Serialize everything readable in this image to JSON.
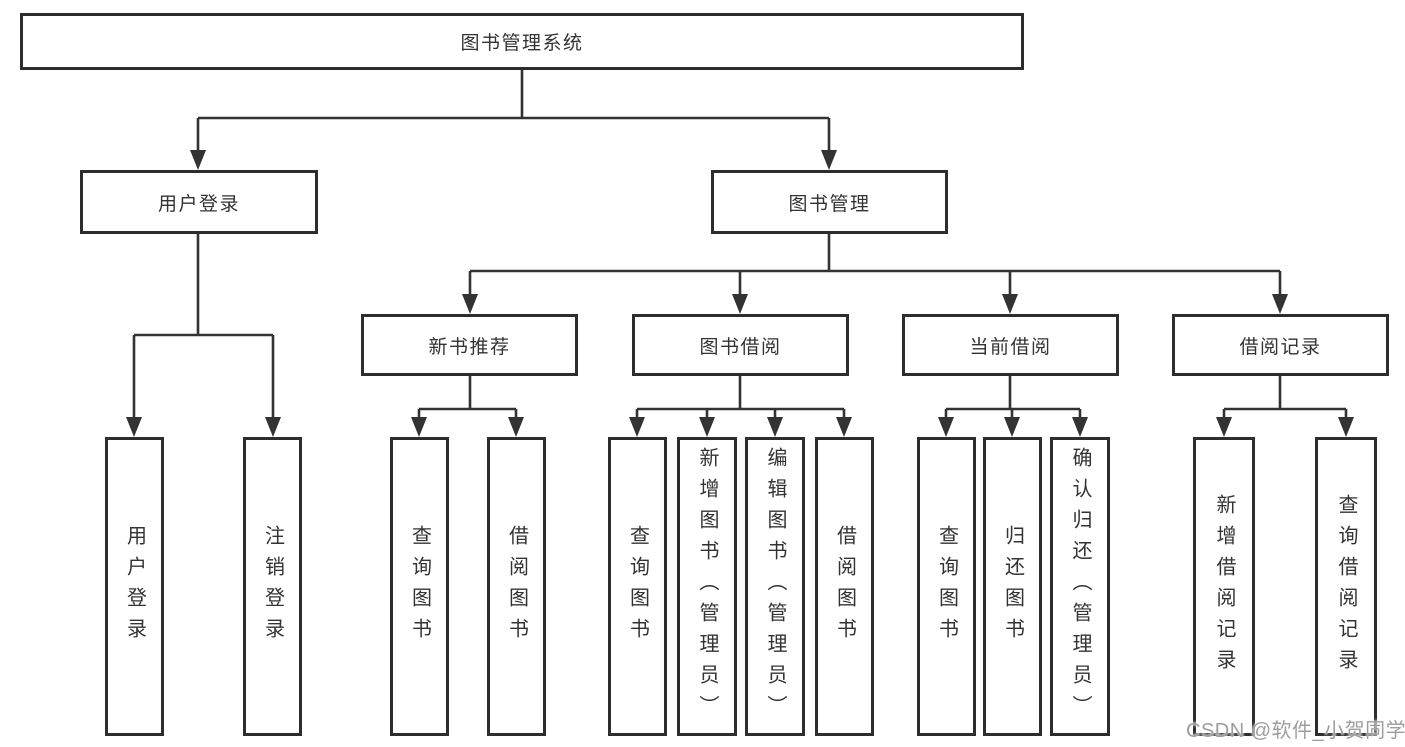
{
  "diagram": {
    "type": "hierarchy-tree",
    "root": {
      "label": "图书管理系统"
    },
    "branches": [
      {
        "label": "用户登录",
        "children": [
          {
            "label": "用户登录"
          },
          {
            "label": "注销登录"
          }
        ]
      },
      {
        "label": "图书管理",
        "children": [
          {
            "label": "新书推荐",
            "children": [
              {
                "label": "查询图书"
              },
              {
                "label": "借阅图书"
              }
            ]
          },
          {
            "label": "图书借阅",
            "children": [
              {
                "label": "查询图书"
              },
              {
                "label": "新增图书（管理员）"
              },
              {
                "label": "编辑图书（管理员）"
              },
              {
                "label": "借阅图书"
              }
            ]
          },
          {
            "label": "当前借阅",
            "children": [
              {
                "label": "查询图书"
              },
              {
                "label": "归还图书"
              },
              {
                "label": "确认归还（管理员）"
              }
            ]
          },
          {
            "label": "借阅记录",
            "children": [
              {
                "label": "新增借阅记录"
              },
              {
                "label": "查询借阅记录"
              }
            ]
          }
        ]
      }
    ]
  },
  "watermark": {
    "text": "CSDN @软件_小贺同学"
  },
  "colors": {
    "background": "#ffffff",
    "box_border": "#2d2d2d",
    "line": "#333333",
    "text": "#333333",
    "watermark": "#9e9e9e"
  }
}
